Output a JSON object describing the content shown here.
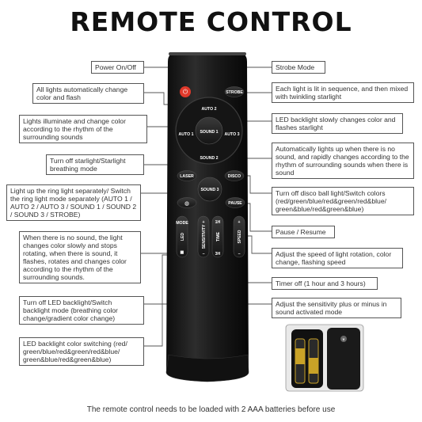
{
  "title": "REMOTE CONTROL",
  "footer": "The remote control needs to be loaded with 2 AAA batteries before use",
  "buttons": {
    "strobe": "STROBE",
    "auto2": "AUTO 2",
    "auto1": "AUTO 1",
    "auto3": "AUTO 3",
    "sound1": "SOUND 1",
    "sound2": "SOUND 2",
    "laser": "LASER",
    "disco": "DISCO",
    "sound3": "SOUND 3",
    "pause": "PAUSE",
    "mode": "MODE",
    "led": "LED",
    "sensitivity": "SENSITIVITY",
    "h1": "1H",
    "time": "TIME",
    "h3": "3H",
    "speed": "SPEED",
    "plus": "+",
    "minus": "−"
  },
  "left_labels": [
    "Power On/Off",
    "All lights automatically change color and flash",
    "Lights illuminate and change color according to the rhythm of the surrounding sounds",
    "Turn off starlight/Starlight breathing mode",
    "Light up the ring light separately/ Switch the ring light mode separately (AUTO 1 / AUTO 2 / AUTO 3 / SOUND 1 / SOUND 2 / SOUND 3 / STROBE)",
    "When there is no sound, the light changes color slowly and stops rotating, when there is sound, it flashes, rotates and changes color according to the rhythm of the surrounding sounds.",
    "Turn off LED backlight/Switch backlight mode (breathing color change/gradient color change)",
    "LED backlight color switching (red/ green/blue/red&green/red&blue/ green&blue/red&green&blue)"
  ],
  "right_labels": [
    "Strobe Mode",
    "Each light is lit in sequence, and then mixed with twinkling starlight",
    "LED backlight slowly changes color and flashes starlight",
    "Automatically lights up when there is no sound, and rapidly changes according to the rhythm of surrounding sounds when there is sound",
    "Turn off disco ball light/Switch colors (red/green/blue/red&green/red&blue/ green&blue/red&green&blue)",
    "Pause / Resume",
    "Adjust the speed of light rotation, color change, flashing speed",
    "Timer off (1 hour and 3 hours)",
    "Adjust the sensitivity plus or minus in sound activated mode"
  ]
}
